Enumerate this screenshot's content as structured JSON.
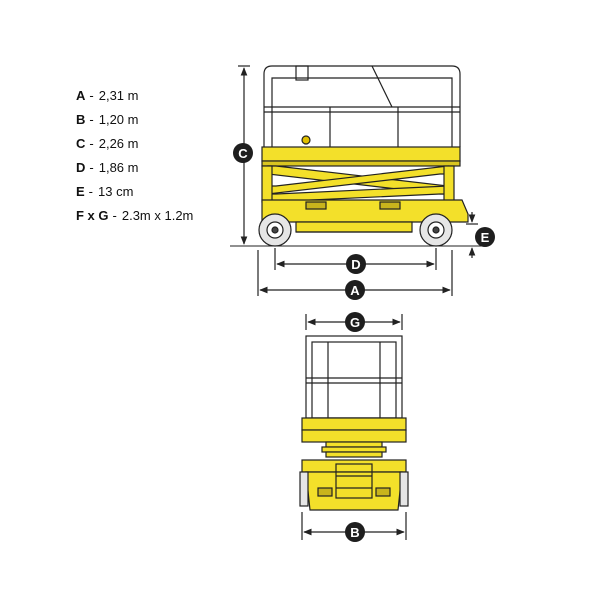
{
  "specs": [
    {
      "key": "A",
      "value": "2,31 m"
    },
    {
      "key": "B",
      "value": "1,20 m"
    },
    {
      "key": "C",
      "value": "2,26 m"
    },
    {
      "key": "D",
      "value": "1,86 m"
    },
    {
      "key": "E",
      "value": "13 cm"
    },
    {
      "key": "F x G",
      "value": "2.3m x 1.2m"
    }
  ],
  "separator": "-",
  "dimension_labels": {
    "A": "A",
    "B": "B",
    "C": "C",
    "D": "D",
    "E": "E",
    "G": "G"
  },
  "colors": {
    "machine_yellow": "#f3e02a",
    "outline": "#222222",
    "label_circle": "#1e1e1e",
    "tire": "#e6e6e6"
  }
}
